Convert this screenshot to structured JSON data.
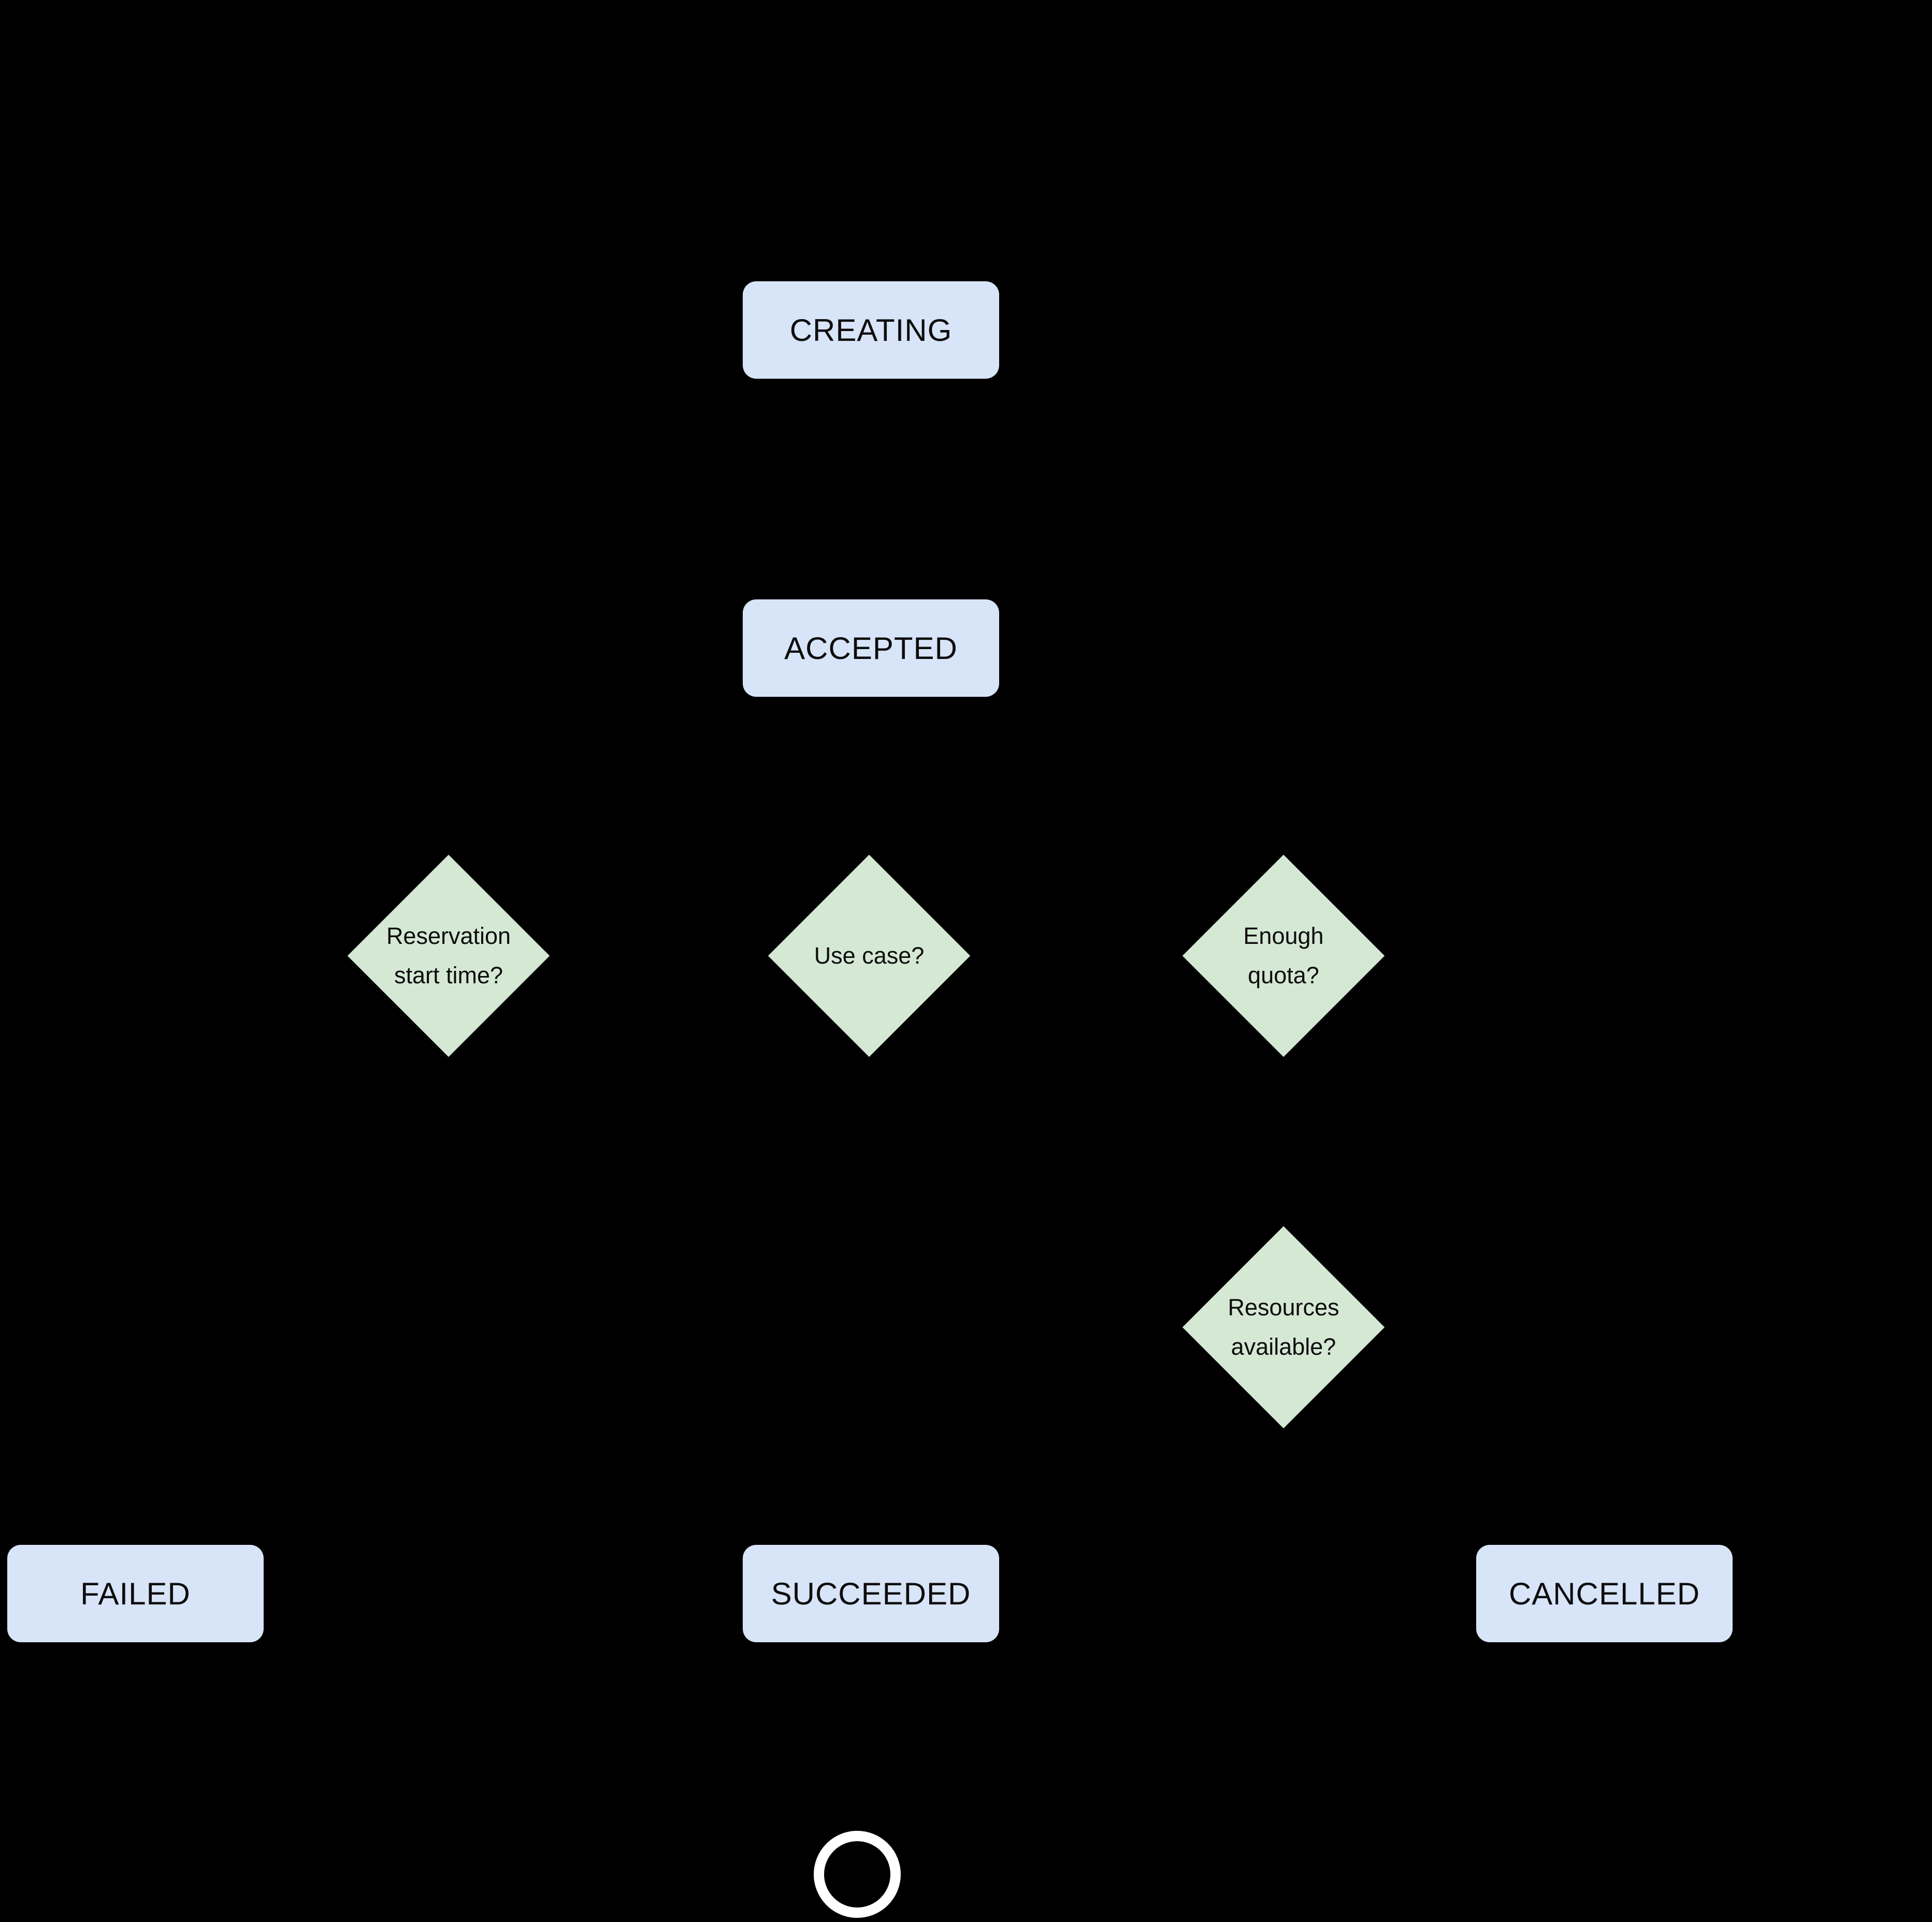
{
  "diagram_type": "state-flowchart",
  "background": "#000000",
  "colors": {
    "state_fill": "#d8e4f8",
    "decision_fill": "#d5e8d4",
    "text": "#0d0d0d",
    "final_ring": "#ffffff"
  },
  "states": {
    "creating": {
      "label": "CREATING"
    },
    "accepted": {
      "label": "ACCEPTED"
    },
    "failed": {
      "label": "FAILED"
    },
    "succeeded": {
      "label": "SUCCEEDED"
    },
    "cancelled": {
      "label": "CANCELLED"
    }
  },
  "decisions": {
    "reservation_start_time": {
      "label": "Reservation start time?"
    },
    "use_case": {
      "label": "Use case?"
    },
    "enough_quota": {
      "label": "Enough quota?"
    },
    "resources_available": {
      "label": "Resources available?"
    }
  },
  "final_node": {
    "name": "end-state"
  }
}
